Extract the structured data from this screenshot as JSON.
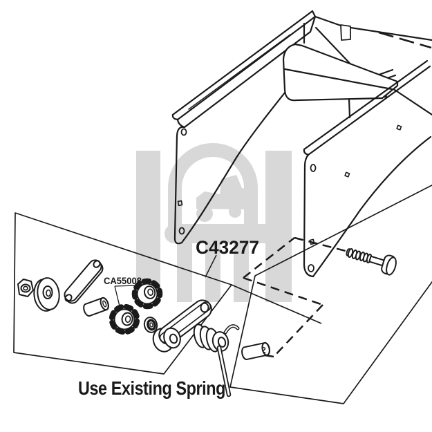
{
  "diagram": {
    "kit_number": "C43277",
    "sprocket_part_number": "CA55008",
    "spring_note": "Use Existing Spring",
    "colors": {
      "line": "#1a1a1a",
      "watermark": "#d8d8d8",
      "background": "#ffffff"
    },
    "parts_icons": [
      "hex-nut-icon",
      "flat-washer-icon",
      "link-plate-icon",
      "spacer-bushing-icon",
      "sprocket-icon",
      "sprocket-icon",
      "small-washer-icon",
      "idler-arm-roller-icon",
      "torsion-spring-icon",
      "mounting-bushing-icon",
      "carriage-bolt-icon"
    ]
  }
}
